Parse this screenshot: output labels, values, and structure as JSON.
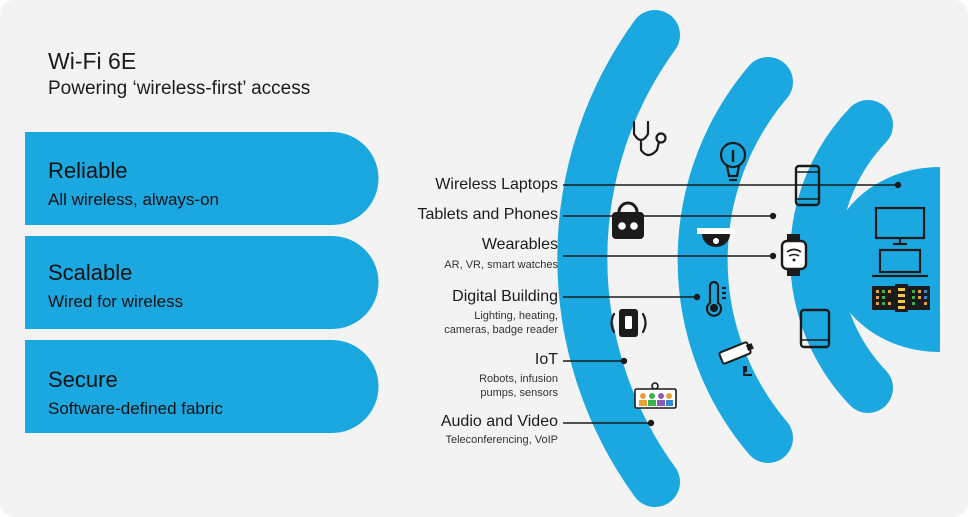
{
  "header": {
    "title": "Wi-Fi 6E",
    "subtitle": "Powering ‘wireless-first’ access"
  },
  "pillars": [
    {
      "heading": "Reliable",
      "text": "All wireless, always-on"
    },
    {
      "heading": "Scalable",
      "text": "Wired for wireless"
    },
    {
      "heading": "Secure",
      "text": "Software-defined fabric"
    }
  ],
  "categories": [
    {
      "name": "Wireless Laptops"
    },
    {
      "name": "Tablets and Phones"
    },
    {
      "name": "Wearables",
      "detail": [
        "AR, VR, smart watches"
      ]
    },
    {
      "name": "Digital Building",
      "detail": [
        "Lighting, heating,",
        "cameras, badge reader"
      ]
    },
    {
      "name": "IoT",
      "detail": [
        "Robots, infusion",
        "pumps, sensors"
      ]
    },
    {
      "name": "Audio and Video",
      "detail": [
        "Teleconferencing, VoIP"
      ]
    }
  ],
  "icons": [
    "stethoscope-icon",
    "badge-reader-icon",
    "proximity-sensor-icon",
    "video-conference-icon",
    "lightbulb-icon",
    "dome-camera-icon",
    "thermometer-icon",
    "security-camera-icon",
    "smartphone-icon",
    "smartwatch-icon",
    "tablet-icon",
    "desktop-monitor-icon",
    "laptop-icon",
    "server-rack-icon"
  ],
  "colors": {
    "accent": "#1ba8e0",
    "pill": "#1ba8e0",
    "arc": "#1ba8e0",
    "text": "#1b1b1b",
    "line": "#1b1b1b",
    "background": "#f3f3f3"
  }
}
